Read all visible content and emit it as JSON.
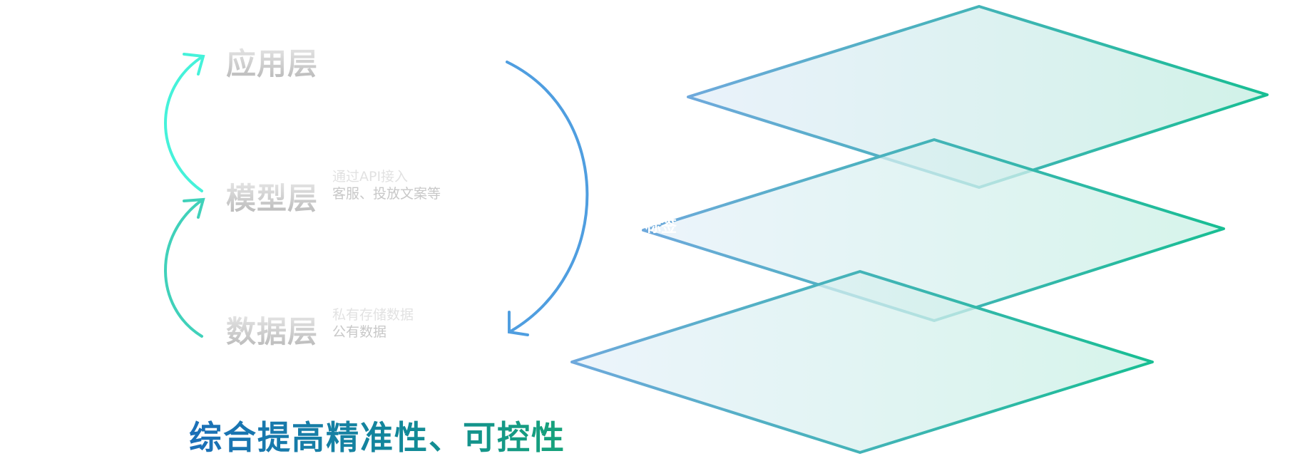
{
  "layers": [
    {
      "title": "应用层",
      "lines": []
    },
    {
      "title": "模型层",
      "lines": [
        "通过API接入",
        "客服、投放文案等"
      ]
    },
    {
      "title": "数据层",
      "lines": [
        "私有存储数据",
        "公有数据"
      ]
    }
  ],
  "plane_tag": "标签",
  "headline": "综合提高精准性、可控性",
  "colors": {
    "cyan": "#3ff0d8",
    "teal": "#3fcfb8",
    "blue": "#4f9ee0",
    "green": "#1dbf95"
  }
}
